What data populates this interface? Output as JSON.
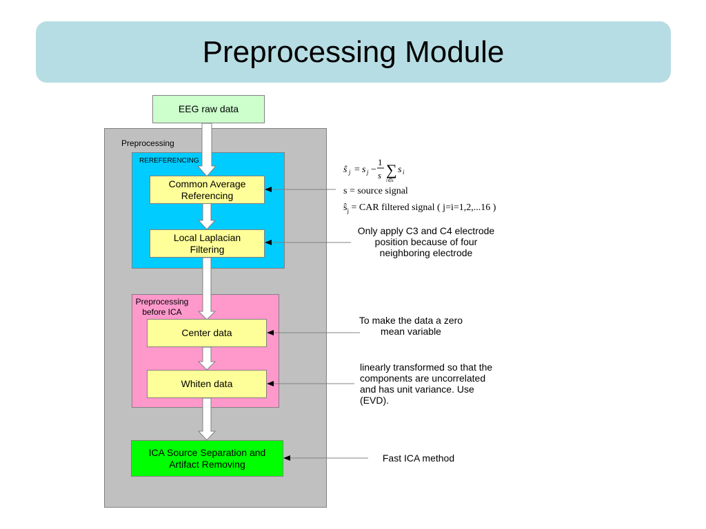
{
  "title": "Preprocessing Module",
  "nodes": {
    "eeg_raw": "EEG raw data",
    "car": "Common Average Referencing",
    "laplacian": "Local Laplacian Filtering",
    "center": "Center data",
    "whiten": "Whiten data",
    "ica": "ICA Source Separation and Artifact Removing"
  },
  "regions": {
    "preprocessing": "Preprocessing",
    "rereferencing": "REREFERENCING",
    "before_ica_line1": "Preprocessing",
    "before_ica_line2": "before ICA"
  },
  "formula": {
    "s_def": "s  = source signal",
    "shat_def": "= CAR filtered signal ( j=i=1,2,...16 )"
  },
  "annotations": {
    "laplacian_note": "Only apply C3 and C4 electrode position because of four neighboring electrode",
    "center_note": "To make the data a zero mean variable",
    "whiten_note": "linearly transformed so that the components are uncorrelated and has unit variance. Use (EVD).",
    "ica_note": "Fast ICA method"
  },
  "colors": {
    "title_bg": "#b6dde3",
    "outer_region": "#c0c0c0",
    "rereferencing_region": "#00ccff",
    "before_ica_region": "#ff99cc",
    "process_box": "#ffff99",
    "input_box": "#ccffcc",
    "ica_box": "#00ff00"
  }
}
